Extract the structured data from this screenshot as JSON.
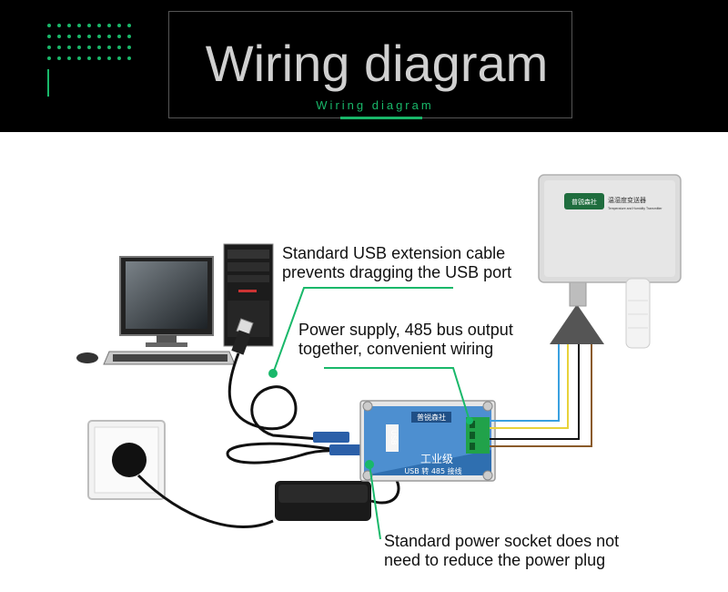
{
  "header": {
    "title": "Wiring diagram",
    "subtitle": "Wiring diagram"
  },
  "callouts": {
    "usb_cable": [
      "Standard USB extension cable",
      "prevents dragging the USB port"
    ],
    "power_bus": [
      "Power supply, 485 bus output",
      "together, convenient wiring"
    ],
    "power_socket": [
      "Standard power socket does not",
      "need to reduce the power plug"
    ]
  },
  "converter": {
    "brand": "普锐森社",
    "port_label": "USB",
    "grade": "工业级",
    "model": "USB 转 485 接线"
  },
  "sensor": {
    "brand": "普锐森社",
    "name": "温湿度变送器",
    "subtitle": "Temperature and Humidity Transmitter"
  },
  "colors": {
    "accent_green": "#19b86a",
    "wire_blue": "#3aa0e0",
    "wire_yellow": "#e8d23a",
    "wire_brown": "#8a5a2a",
    "wire_black": "#111111"
  }
}
